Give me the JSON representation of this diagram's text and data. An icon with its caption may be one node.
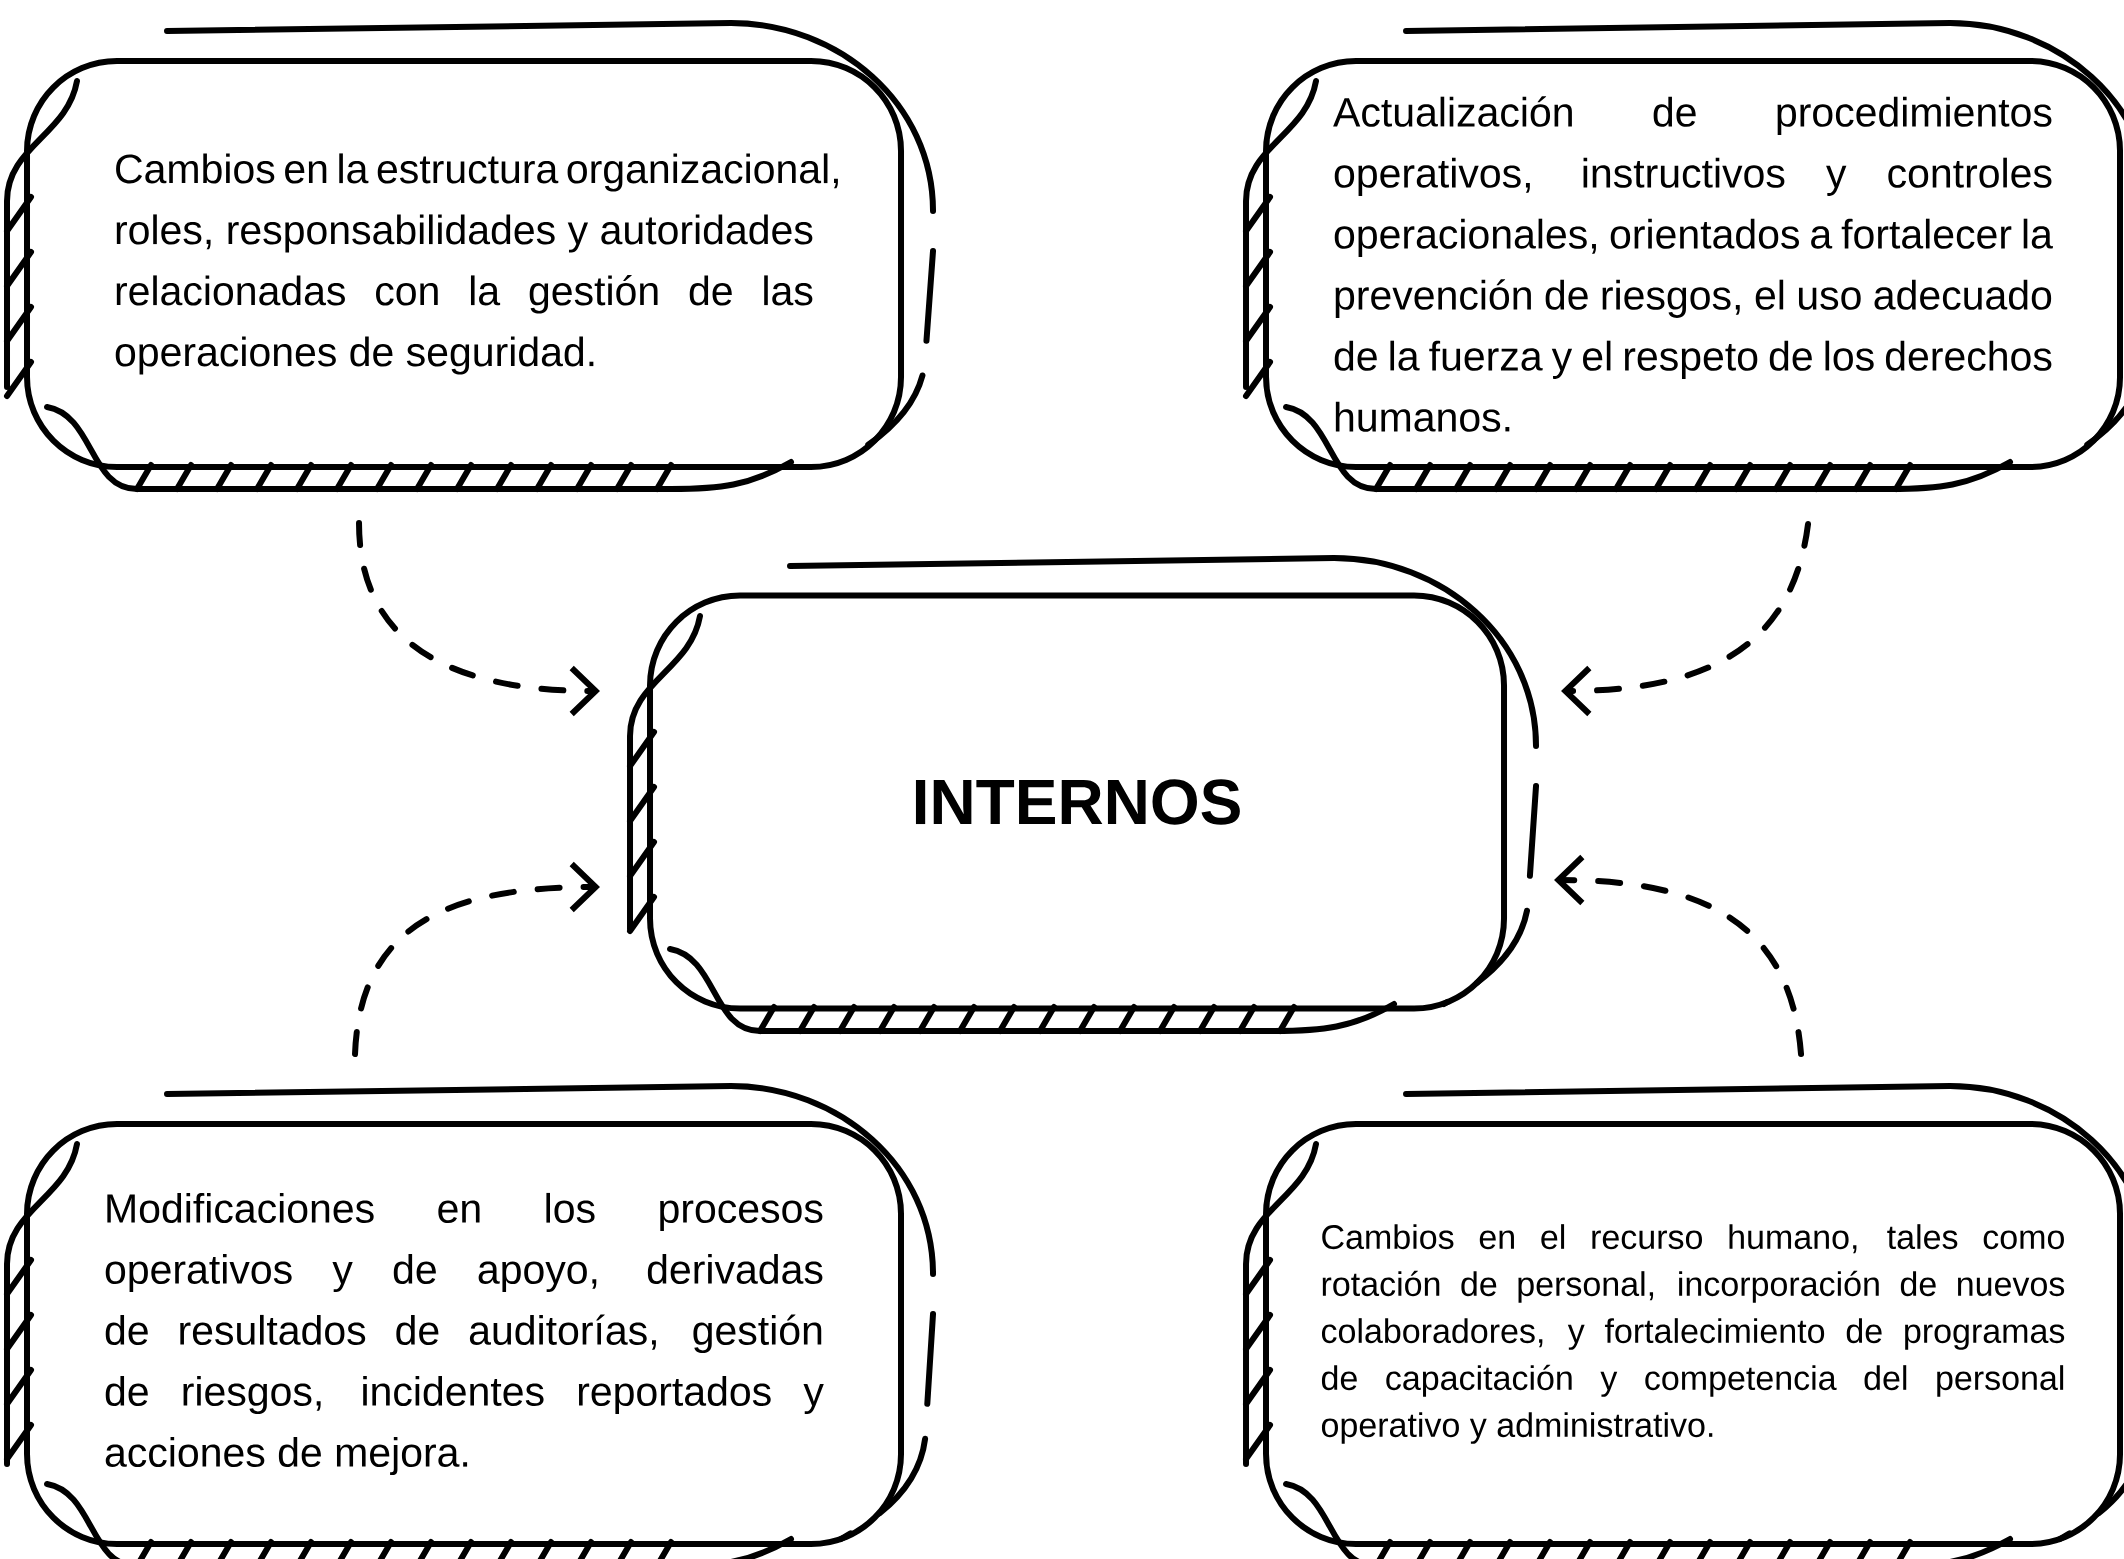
{
  "diagram": {
    "nodes": [
      {
        "text": [
          "INTERNOS"
        ]
      },
      {
        "text": [
          "Cambios en la estructura organizacional, roles, responsabilidades y autoridades relacionadas con la gestión de las operaciones de seguridad."
        ]
      },
      {
        "text": [
          "Actualización de procedimientos operativos, instructivos y controles operacionales, orientados a fortalecer la prevención de riesgos, el uso adecuado de la fuerza y el respeto de los derechos humanos."
        ]
      },
      {
        "text": [
          "Modificaciones en los procesos operativos y de apoyo, derivadas de resultados de auditorías, gestión de riesgos, incidentes reportados y acciones de mejora."
        ]
      },
      {
        "text": [
          "Cambios en el recurso humano, tales como rotación de personal, incorporación de nuevos colaboradores, y fortalecimiento de programas de capacitación y competencia del personal operativo y administrativo."
        ]
      }
    ],
    "edges": [
      {
        "from": 1,
        "to": 0,
        "arrow": "to",
        "style": "dashed"
      },
      {
        "from": 2,
        "to": 0,
        "arrow": "to",
        "style": "dashed"
      },
      {
        "from": 3,
        "to": 0,
        "arrow": "to",
        "style": "dashed"
      },
      {
        "from": 4,
        "to": 0,
        "arrow": "to",
        "style": "dashed"
      }
    ]
  }
}
